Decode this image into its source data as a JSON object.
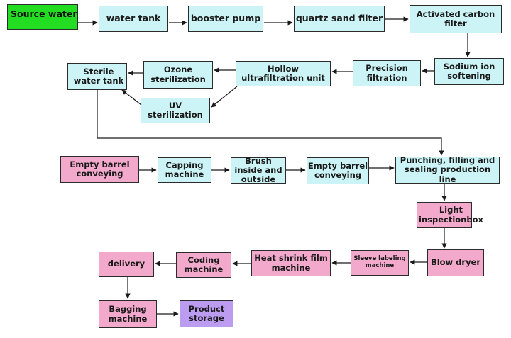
{
  "nodes": {
    "source_water": "Source water",
    "water_tank": "water tank",
    "booster_pump": "booster pump",
    "quartz_sand_filter": "quartz sand filter",
    "activated_carbon_filter": "Activated carbon filter",
    "sodium_ion_softening": "Sodium ion softening",
    "precision_filtration": "Precision filtration",
    "hollow_ultrafiltration_unit": "Hollow ultrafiltration unit",
    "ozone_sterilization": "Ozone sterilization",
    "sterile_water_tank": "Sterile water tank",
    "uv_sterilization": "UV sterilization",
    "empty_barrel_conveying_1": "Empty barrel conveying",
    "capping_machine": "Capping machine",
    "brush_inside_outside": "Brush inside and outside",
    "empty_barrel_conveying_2": "Empty barrel conveying",
    "punching_filling_sealing": "Punching, filling and sealing production line",
    "light_inspection_box": "Light inspectionbox",
    "blow_dryer": "Blow dryer",
    "sleeve_labeling_machine": "Sleeve labeling machine",
    "heat_shrink_film_machine": "Heat shrink film machine",
    "coding_machine": "Coding machine",
    "delivery": "delivery",
    "bagging_machine": "Bagging machine",
    "product_storage": "Product storage"
  },
  "colors": {
    "process_box": "#ccf4f6",
    "barrel_line_box": "#f3a9cc",
    "source_box": "#22dd22",
    "storage_box": "#bb9cf0",
    "stroke": "#2b2b2b"
  }
}
